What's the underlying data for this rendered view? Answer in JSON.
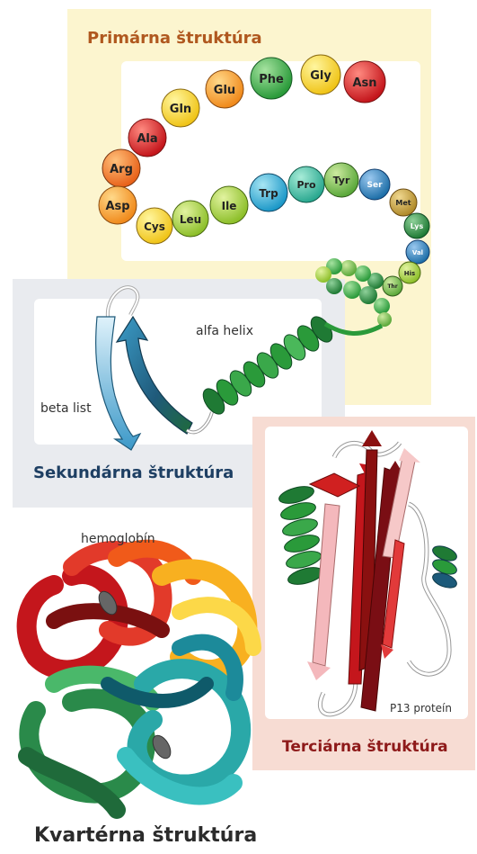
{
  "primary": {
    "title": "Primárna štruktúra",
    "amino_acids": [
      "Asn",
      "Gly",
      "Phe",
      "Glu",
      "Gln",
      "Ala",
      "Arg",
      "Asp",
      "Cys",
      "Leu",
      "Ile",
      "Trp",
      "Pro",
      "Tyr",
      "Ser",
      "Met",
      "Lys",
      "Val",
      "His",
      "Thr"
    ]
  },
  "secondary": {
    "title": "Sekundárna štruktúra",
    "alpha_label": "alfa helix",
    "beta_label": "beta list"
  },
  "tertiary": {
    "title": "Terciárna štruktúra",
    "protein_label": "P13 proteín"
  },
  "quaternary": {
    "title": "Kvartérna štruktúra",
    "protein_label": "hemoglobín"
  },
  "colors": {
    "primary_bg": "#fcf5cf",
    "secondary_bg": "#e9ebef",
    "tertiary_bg": "#f7dcd3",
    "primary_title": "#b0581f",
    "secondary_title": "#1e3f63",
    "tertiary_title": "#8e1a1a"
  }
}
